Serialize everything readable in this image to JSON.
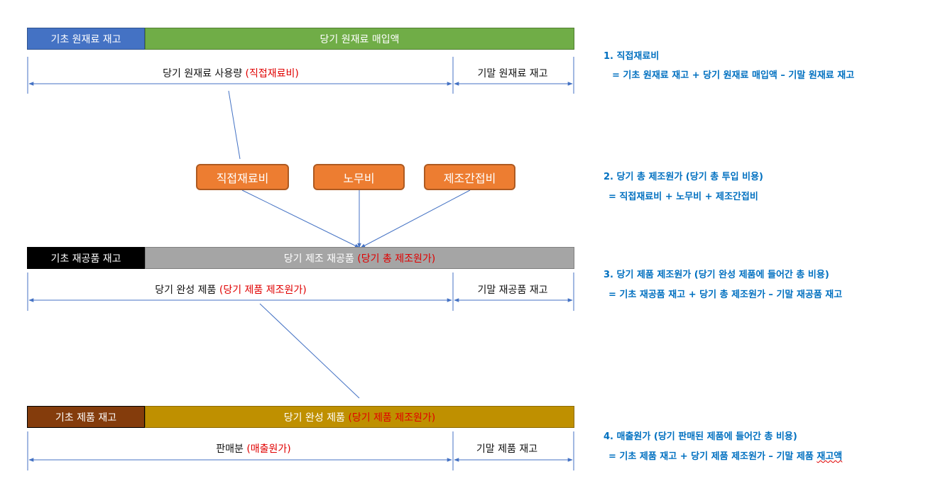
{
  "section1": {
    "bar_left": "기초 원재료 재고",
    "bar_main": "당기 원재료 매입액",
    "seg_left": "당기 원재료 사용량",
    "seg_left_hl": "(직접재료비)",
    "seg_right": "기말 원재료 재고"
  },
  "cost_boxes": {
    "direct_material": "직접재료비",
    "labor": "노무비",
    "overhead": "제조간접비"
  },
  "section2": {
    "bar_left": "기초 재공품 재고",
    "bar_main": "당기 제조 재공품",
    "bar_main_hl": "(당기 총 제조원가)",
    "seg_left": "당기 완성 제품",
    "seg_left_hl": "(당기 제품 제조원가)",
    "seg_right": "기말 재공품 재고"
  },
  "section3": {
    "bar_left": "기초 제품 재고",
    "bar_main": "당기 완성 제품",
    "bar_main_hl": "(당기 제품 제조원가)",
    "seg_left": "판매분",
    "seg_left_hl": "(매출원가)",
    "seg_right": "기말 제품 재고"
  },
  "notes": {
    "n1_title": "1. 직접재료비",
    "n1_formula": "= 기초 원재료 재고 + 당기 원재료 매입액 – 기말 원재료 재고",
    "n2_title": "2. 당기 총 제조원가 (당기 총 투입 비용)",
    "n2_formula": "= 직접재료비 + 노무비 + 제조간접비",
    "n3_title": "3. 당기 제품 제조원가 (당기 완성 제품에 들어간 총 비용)",
    "n3_formula": "= 기초 재공품 재고 + 당기 총 제조원가 – 기말 재공품 재고",
    "n4_title": "4. 매출원가 (당기 판매된 제품에 들어간 총 비용)",
    "n4_formula_main": "= 기초 제품 재고 + 당기 제품 제조원가 – 기말 제품",
    "n4_formula_end": "재고액"
  },
  "colors": {
    "blue_bar": "#4472c4",
    "green_bar": "#70ad47",
    "black_bar": "#000000",
    "gray_bar": "#a5a5a5",
    "brown_bar": "#843c0c",
    "gold_bar": "#bf9000",
    "orange_box": "#ed7d31",
    "line": "#4472c4",
    "highlight": "#e00000",
    "note_text": "#0070c0"
  }
}
